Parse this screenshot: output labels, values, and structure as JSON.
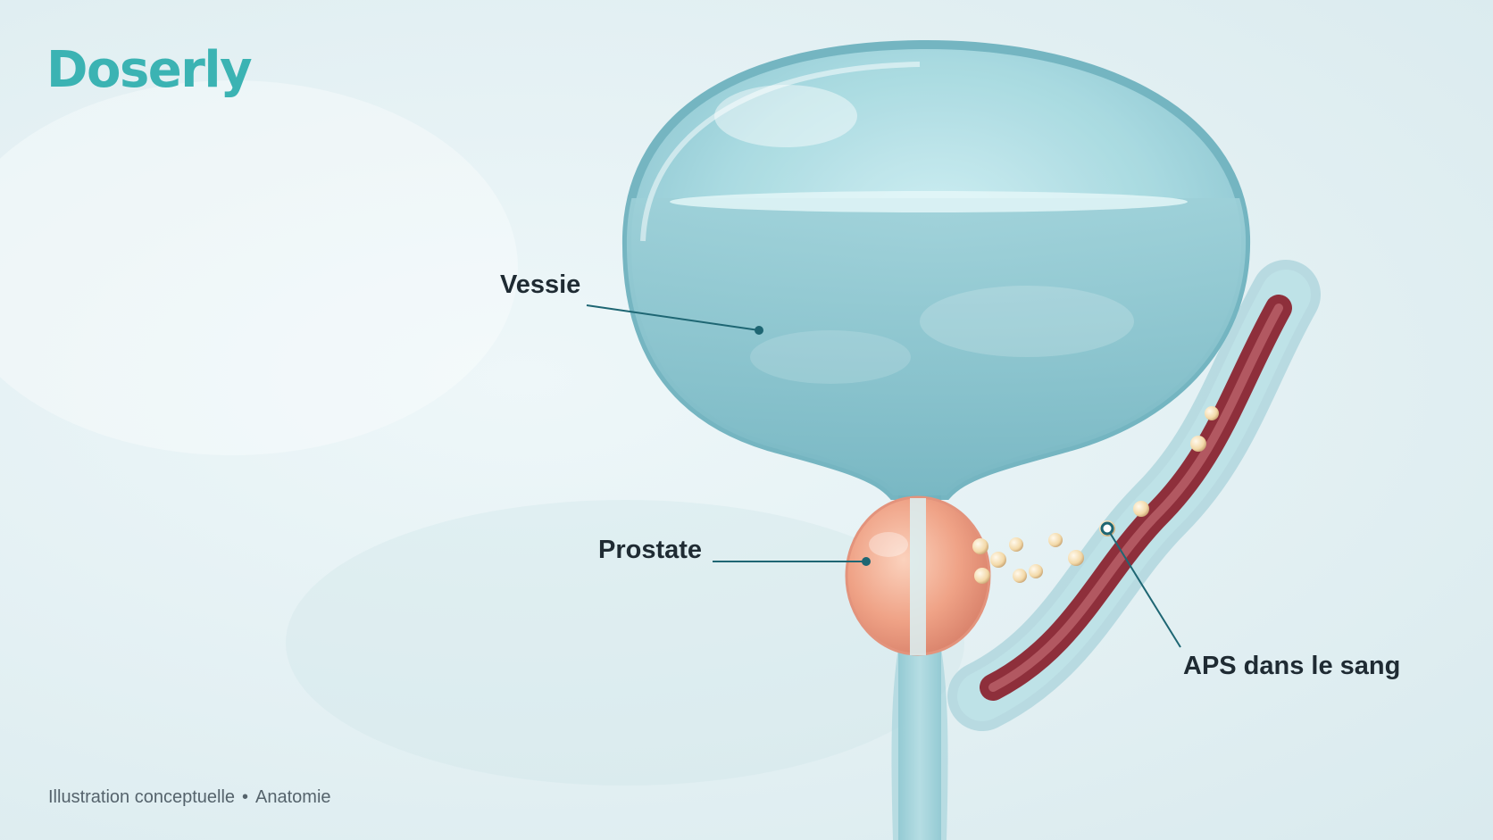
{
  "brand": {
    "name": "Doserly",
    "color": "#3bb3b3"
  },
  "labels": {
    "bladder": "Vessie",
    "prostate": "Prostate",
    "psa": "APS dans le sang"
  },
  "footer": {
    "caption": "Illustration conceptuelle",
    "separator": "•",
    "category": "Anatomie"
  },
  "colors": {
    "bladder": "#8fc9d3",
    "prostate": "#ee9f86",
    "blood_vessel": "#9b3a45",
    "leader_line": "#1e6673",
    "particles": "#f3d9a8"
  }
}
